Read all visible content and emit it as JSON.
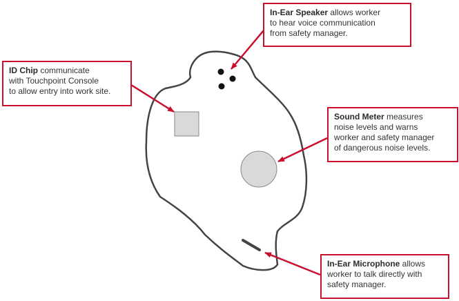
{
  "callouts": {
    "speaker": {
      "term": "In-Ear Speaker",
      "text_lead": " allows worker",
      "line2": "to hear voice communication",
      "line3": "from safety manager."
    },
    "chip": {
      "term": "ID Chip",
      "text_lead": " communicate",
      "line2": "with Touchpoint Console",
      "line3": "to allow entry into work site."
    },
    "meter": {
      "term": "Sound Meter",
      "text_lead": " measures",
      "line2": "noise levels and warns",
      "line3": "worker and safety manager",
      "line4": "of dangerous noise levels."
    },
    "mic": {
      "term": "In-Ear Microphone",
      "text_lead": " allows",
      "line2": "worker to talk directly with",
      "line3": "safety manager."
    }
  },
  "colors": {
    "callout_border": "#c8102e",
    "arrow": "#c8102e",
    "device_outline": "#444444",
    "component_fill": "#d9d9d9",
    "speaker_dots": "#111111"
  }
}
